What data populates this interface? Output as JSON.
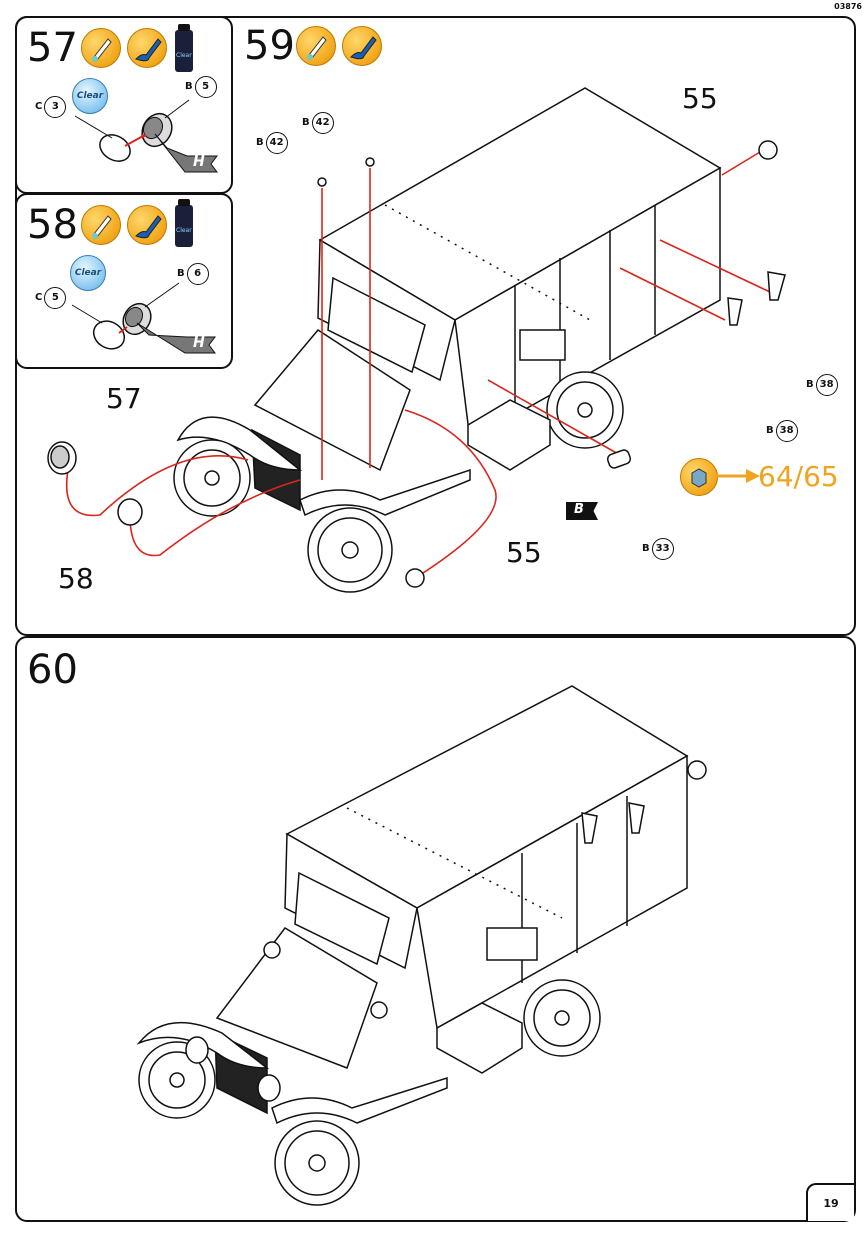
{
  "page": {
    "code": "03876",
    "number": "19"
  },
  "steps": {
    "s57": {
      "number": "57",
      "clear": "Clear",
      "paint_label": "Clear",
      "part_clear": {
        "letter": "C",
        "num": "3"
      },
      "part_b": {
        "letter": "B",
        "num": "5"
      },
      "flag": "H"
    },
    "s58": {
      "number": "58",
      "clear": "Clear",
      "paint_label": "Clear",
      "part_clear": {
        "letter": "C",
        "num": "5"
      },
      "part_b": {
        "letter": "B",
        "num": "6"
      },
      "flag": "H"
    },
    "s59": {
      "number": "59",
      "callouts": {
        "c55_top": "55",
        "c57": "57",
        "c58": "58",
        "c55_bottom": "55"
      },
      "parts": {
        "p42a": {
          "letter": "B",
          "num": "42"
        },
        "p42b": {
          "letter": "B",
          "num": "42"
        },
        "p38a": {
          "letter": "B",
          "num": "38"
        },
        "p38b": {
          "letter": "B",
          "num": "38"
        },
        "p33": {
          "letter": "B",
          "num": "33"
        }
      },
      "flag": "B",
      "reference": "64/65"
    },
    "s60": {
      "number": "60"
    }
  },
  "colors": {
    "accent": "#f0a31f",
    "arrow": "#d9261c"
  },
  "icons": [
    "glue-icon",
    "paint-brush-icon",
    "clear-paint-bottle-icon",
    "clear-lens-icon",
    "decal-flag-icon",
    "sub-assembly-box-icon"
  ]
}
